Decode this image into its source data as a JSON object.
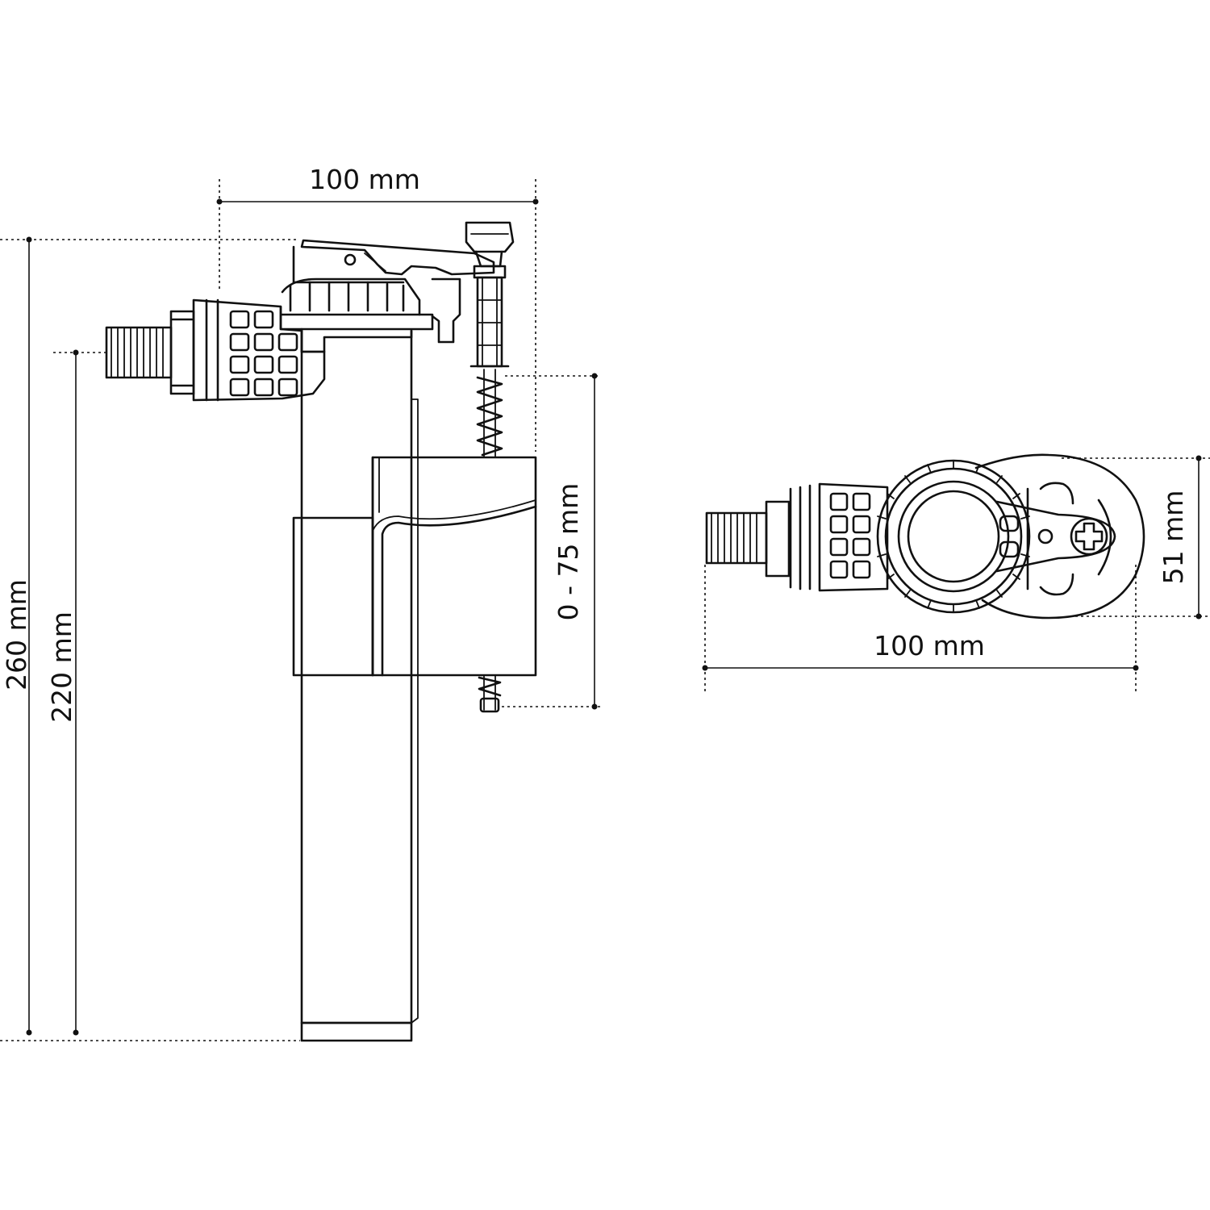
{
  "side_view": {
    "width_label": "100 mm",
    "overall_height_label": "260 mm",
    "inlet_height_label": "220 mm",
    "float_adjust_label": "0 - 75 mm"
  },
  "top_view": {
    "width_label": "100 mm",
    "depth_label": "51 mm"
  },
  "colors": {
    "line": "#111111",
    "background": "#ffffff"
  }
}
